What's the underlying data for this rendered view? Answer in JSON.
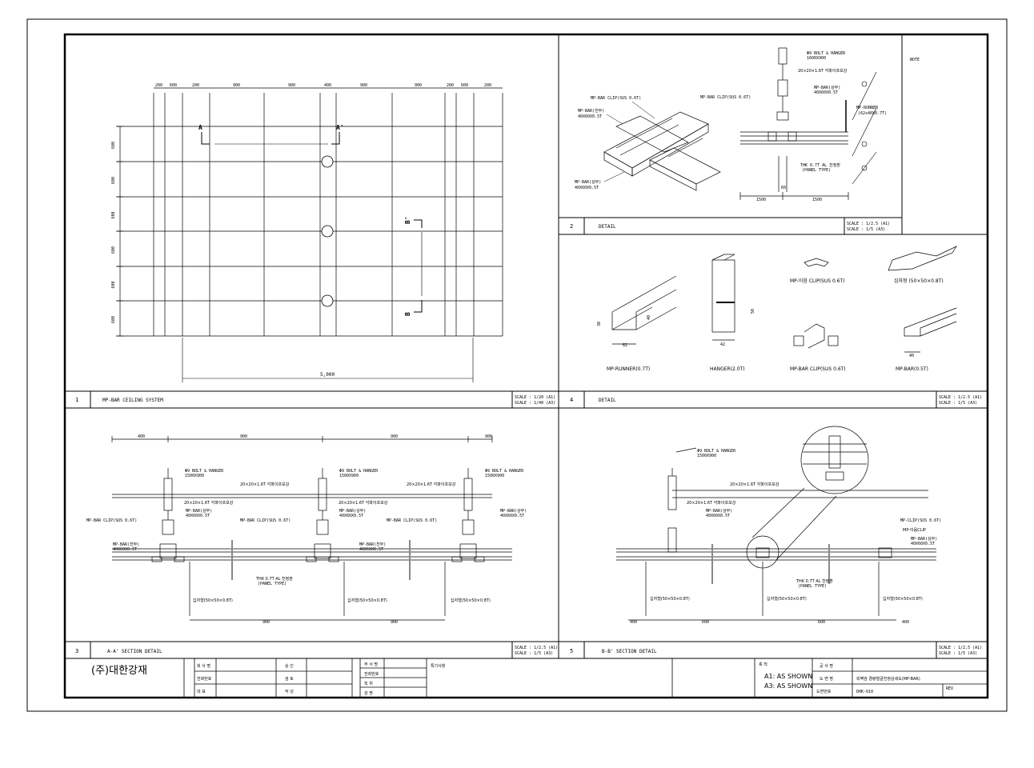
{
  "panel1": {
    "number": "1",
    "title": "MP-BAR CEILING SYSTEM",
    "scale_a1": "SCALE : 1/20 (A1)",
    "scale_a3": "SCALE : 1/40 (A3)",
    "top_dims": [
      "200",
      "600",
      "200",
      "900",
      "900",
      "400",
      "900",
      "900",
      "200",
      "600",
      "200"
    ],
    "left_dims": [
      "600",
      "600",
      "600",
      "600",
      "600",
      "600"
    ],
    "overall": "5,000",
    "sec_a": "A",
    "sec_a2": "A'",
    "sec_b": "B",
    "sec_b2": "B'"
  },
  "panel2": {
    "number": "2",
    "title": "DETAIL",
    "scale_a1": "SCALE : 1/2.5 (A1)",
    "scale_a3": "SCALE : 1/5   (A3)",
    "note_label": "NOTE",
    "iso_labels": {
      "clip": "MP-BAR CLIP(SUS 0.6T)",
      "bar_top": "MP-BAR(천부)",
      "bar_top_size": "40X60X0.5T",
      "bar_bottom": "MP-BAR(상부)",
      "bar_bottom_size": "40X60X0.5T"
    },
    "sec_labels": {
      "bolt": "Φ9 BOLT & HANGER",
      "bolt_spacing": "1600X900",
      "pipe": "20×20×1.6T 각파이프보강",
      "clip": "MP-BAR CLIP(SUS 0.6T)",
      "bar": "MP-BAR(상부)",
      "bar_size": "40X60X0.5T",
      "runner": "MP-RUNNER",
      "runner_size": "(62x40X0.7T)",
      "panel": "THK 0.7T AL 천정판",
      "panel_type": "(PANEL TYPE)",
      "dim_left": "1500",
      "dim_right": "1500",
      "dim_mid": "60"
    }
  },
  "panel3": {
    "number": "3",
    "title": "A-A' SECTION DETAIL",
    "scale_a1": "SCALE : 1/2.5 (A1)",
    "scale_a3": "SCALE : 1/5   (A3)",
    "top_dims": [
      "400",
      "900",
      "900",
      "900"
    ],
    "bottom_dims": [
      "900",
      "900"
    ],
    "bolt": "Φ9 BOLT & HANGER",
    "bolt_spacing": "1500X900",
    "pipe": "20×20×1.6T 각파이프보강",
    "clip": "MP-BAR CLIP(SUS 0.6T)",
    "bar_top": "MP-BAR(상부)",
    "bar_top_size": "40X60X0.5T",
    "bar_low": "MP-BAR(천부)",
    "bar_low_size": "40X60X0.5T",
    "panel": "THK 0.7T AL 천정판",
    "panel_type": "(PANEL TYPE)",
    "cross": "십자형(50×50×0.8T)"
  },
  "panel4": {
    "number": "4",
    "title": "DETAIL",
    "scale_a1": "SCALE : 1/2.5 (A1)",
    "scale_a3": "SCALE : 1/5   (A3)",
    "parts": [
      {
        "label": "MP-RUNNER(0.7T)"
      },
      {
        "label": "HANGER(2.0T)"
      },
      {
        "label": "MP-이음 CLIP(SUS 0.6T)"
      },
      {
        "label": "십자형 (50×50×0.8T)"
      },
      {
        "label": "MP-BAR CLIP(SUS 0.6T)"
      },
      {
        "label": "MP-BAR(0.5T)"
      }
    ],
    "dims": {
      "runner_w": "62",
      "runner_h": "40",
      "runner_h2": "30",
      "hanger_w": "42",
      "hanger_h": "50",
      "bar_w": "40"
    }
  },
  "panel5": {
    "number": "5",
    "title": "B-B' SECTION DETAIL",
    "scale_a1": "SCALE : 1/2.5 (A1)",
    "scale_a3": "SCALE : 1/5   (A3)",
    "bolt": "Φ9 BOLT & HANGER",
    "bolt_spacing": "1500X900",
    "pipe": "20×20×1.6T 각파이프보강",
    "bar_top": "MP-BAR(상부)",
    "bar_top_size": "40X60X0.5T",
    "clip": "MP-CLIP(SUS 0.6T)",
    "joint": "MP-이음CLIP",
    "bar_top2": "MP-BAR(상부)",
    "bar_top2_size": "40X60X0.5T",
    "panel": "THK 0.7T AL 천정판",
    "panel_type": "(PANEL TYPE)",
    "cross": "십자형(50×50×0.8T)",
    "bottom_dims": [
      "400",
      "600",
      "600",
      "400"
    ]
  },
  "titleblock": {
    "company": "(주)대한강재",
    "cells_a": [
      "회 사 명",
      "전화번호",
      "대    표"
    ],
    "cells_b": [
      "승    인",
      "검    토",
      "작    성"
    ],
    "cells_c": [
      "부 서 명",
      "전화번호",
      "직    위",
      "성    명"
    ],
    "remarks": "특기사항",
    "scale_label": "축  척",
    "scale_a1": "A1: AS SHOWN",
    "scale_a3": "A3: AS SHOWN",
    "proj_label": "공 사 명",
    "drawing_label": "도 면 명",
    "number_label": "도면번호",
    "drawing_name": "외벽암 경량철골천정상세도(MP-BAR)",
    "drawing_no": "DHK-010",
    "rev_label": "REV"
  }
}
